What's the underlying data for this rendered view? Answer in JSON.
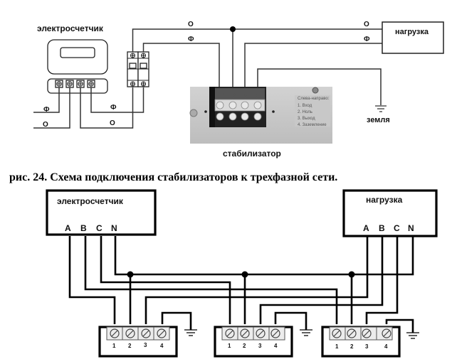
{
  "top_diagram": {
    "meter_label": "электросчетчик",
    "load_label": "нагрузка",
    "stabilizer_label": "стабилизатор",
    "ground_label": "земля",
    "wire_labels": {
      "neutral": "О",
      "phase": "Ф"
    },
    "stabilizer_terminals": [
      "1",
      "2",
      "3",
      "4"
    ],
    "stabilizer_panel": {
      "heading": "Слева-направо:",
      "items": [
        "1. Вход",
        "2. Ноль",
        "3. Выход",
        "4. Заземление"
      ]
    }
  },
  "caption": "рис. 24. Схема подключения стабилизаторов к трехфазной сети.",
  "bottom_diagram": {
    "meter_label": "электросчетчик",
    "load_label": "нагрузка",
    "phase_labels": [
      "A",
      "B",
      "C",
      "N"
    ],
    "stabilizers": [
      {
        "terminals": [
          "1",
          "2",
          "3",
          "4"
        ]
      },
      {
        "terminals": [
          "1",
          "2",
          "3",
          "4"
        ]
      },
      {
        "terminals": [
          "1",
          "2",
          "3",
          "4"
        ]
      }
    ]
  }
}
